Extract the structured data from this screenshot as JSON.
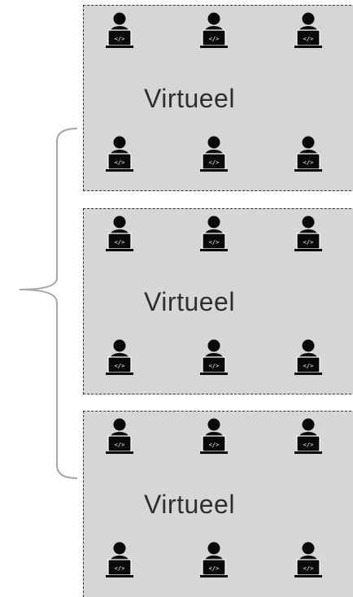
{
  "groups": [
    {
      "label": "Virtueel"
    },
    {
      "label": "Virtueel"
    },
    {
      "label": "Virtueel"
    }
  ],
  "icons": {
    "developer": "developer-laptop-icon",
    "laptop_glyph": "</>"
  },
  "colors": {
    "group_fill": "#d6d6d6",
    "group_border": "#333333",
    "icon": "#0a0a0a",
    "brace": "#a6a6a6",
    "text": "#2f2f2f"
  }
}
